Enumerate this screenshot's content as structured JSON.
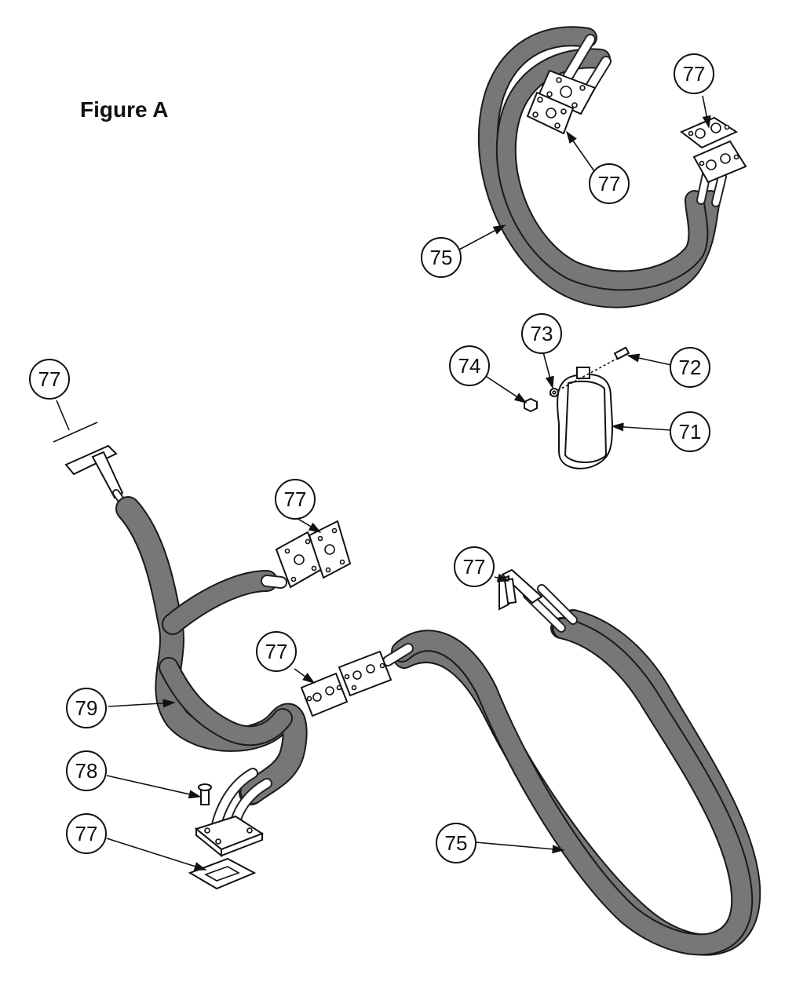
{
  "figure": {
    "title": "Figure A"
  },
  "callouts": [
    {
      "id": "c1",
      "label": "77"
    },
    {
      "id": "c2",
      "label": "77"
    },
    {
      "id": "c3",
      "label": "75"
    },
    {
      "id": "c4",
      "label": "73"
    },
    {
      "id": "c5",
      "label": "74"
    },
    {
      "id": "c6",
      "label": "72"
    },
    {
      "id": "c7",
      "label": "71"
    },
    {
      "id": "c8",
      "label": "77"
    },
    {
      "id": "c9",
      "label": "77"
    },
    {
      "id": "c10",
      "label": "77"
    },
    {
      "id": "c11",
      "label": "77"
    },
    {
      "id": "c12",
      "label": "79"
    },
    {
      "id": "c13",
      "label": "78"
    },
    {
      "id": "c14",
      "label": "77"
    },
    {
      "id": "c15",
      "label": "75"
    }
  ]
}
